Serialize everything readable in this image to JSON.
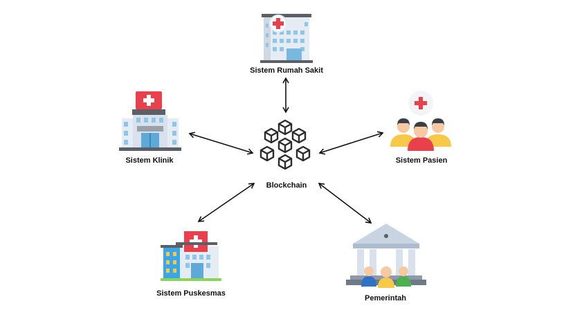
{
  "nodes": {
    "center": {
      "label": "Blockchain",
      "icon": "blockchain-network-icon"
    },
    "hospital": {
      "label": "Sistem Rumah Sakit",
      "icon": "hospital-building-icon"
    },
    "clinic": {
      "label": "Sistem Klinik",
      "icon": "clinic-building-icon"
    },
    "patient": {
      "label": "Sistem Pasien",
      "icon": "patients-group-icon"
    },
    "puskesmas": {
      "label": "Sistem Puskesmas",
      "icon": "puskesmas-building-icon"
    },
    "government": {
      "label": "Pemerintah",
      "icon": "government-building-icon"
    }
  },
  "edges": [
    {
      "from": "center",
      "to": "hospital",
      "direction": "bidirectional"
    },
    {
      "from": "center",
      "to": "clinic",
      "direction": "bidirectional"
    },
    {
      "from": "center",
      "to": "patient",
      "direction": "bidirectional"
    },
    {
      "from": "center",
      "to": "puskesmas",
      "direction": "bidirectional"
    },
    {
      "from": "center",
      "to": "government",
      "direction": "bidirectional"
    }
  ],
  "colors": {
    "arrow": "#111111",
    "medical_red": "#e8414d",
    "building_light": "#e6ecf3",
    "window_blue": "#8ec6ea",
    "base_gray": "#5b5f66"
  }
}
